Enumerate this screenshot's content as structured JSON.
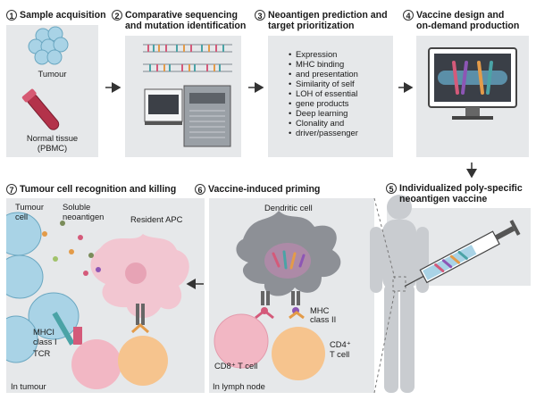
{
  "steps": [
    {
      "num": "1",
      "title": "Sample acquisition",
      "title2": ""
    },
    {
      "num": "2",
      "title": "Comparative sequencing",
      "title2": "and mutation identification"
    },
    {
      "num": "3",
      "title": "Neoantigen prediction and",
      "title2": "target prioritization"
    },
    {
      "num": "4",
      "title": "Vaccine design and",
      "title2": "on-demand production"
    },
    {
      "num": "5",
      "title": "Individualized poly-specific",
      "title2": "neoantigen vaccine"
    },
    {
      "num": "6",
      "title": "Vaccine-induced priming",
      "title2": ""
    },
    {
      "num": "7",
      "title": "Tumour cell recognition and killing",
      "title2": ""
    }
  ],
  "step1": {
    "tumour": "Tumour",
    "normal": "Normal tissue",
    "pbmc": "(PBMC)"
  },
  "step3": {
    "items": [
      "Expression",
      "MHC binding",
      "and presentation",
      "Similarity of self",
      "LOH of essential",
      "gene products",
      "Deep learning",
      "Clonality and",
      "driver/passenger"
    ]
  },
  "step6": {
    "dendritic": "Dendritic cell",
    "mhc2a": "MHC",
    "mhc2b": "class II",
    "cd8": "CD8⁺ T cell",
    "cd4a": "CD4⁺",
    "cd4b": "T cell",
    "location": "In lymph node"
  },
  "step7": {
    "tumour_cell_a": "Tumour",
    "tumour_cell_b": "cell",
    "soluble_a": "Soluble",
    "soluble_b": "neoantigen",
    "apc": "Resident APC",
    "mhc1a": "MHCI",
    "mhc1b": "class I",
    "tcr": "TCR",
    "location": "In tumour"
  },
  "colors": {
    "panel": "#e6e8ea",
    "tumour": "#a9d3e6",
    "pink": "#f2b7c4",
    "orange": "#f6c48e",
    "grey_cell": "#8d9096",
    "teal": "#4aa3a6"
  }
}
